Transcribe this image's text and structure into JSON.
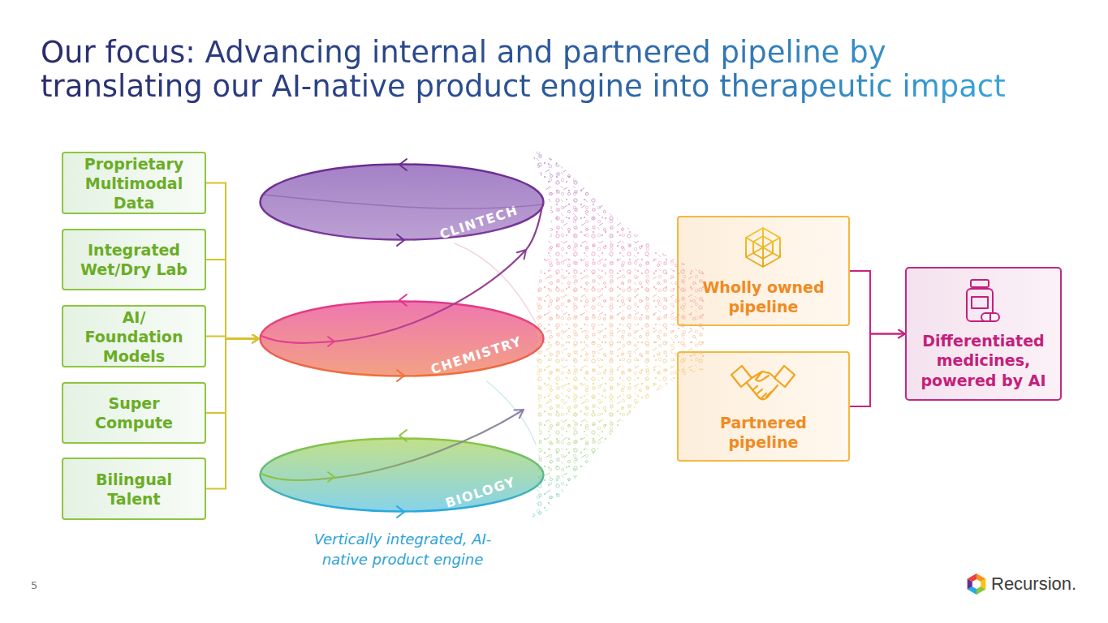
{
  "diagram": {
    "title": "Our focus: Advancing internal and partnered pipeline by translating our AI-native product engine into therapeutic impact",
    "nodes": [
      {
        "text": [
          "Proprietary Multimodal Data"
        ]
      },
      {
        "text": [
          "Integrated Wet/Dry Lab"
        ]
      },
      {
        "text": [
          "AI/ Foundation Models"
        ]
      },
      {
        "text": [
          "Super Compute"
        ]
      },
      {
        "text": [
          "Bilingual Talent"
        ]
      },
      {
        "text": [
          "CLINTECH"
        ]
      },
      {
        "text": [
          "CHEMISTRY"
        ]
      },
      {
        "text": [
          "BIOLOGY"
        ]
      },
      {
        "text": [
          "Wholly owned pipeline"
        ]
      },
      {
        "text": [
          "Partnered pipeline"
        ]
      },
      {
        "text": [
          "Differentiated medicines, powered by AI"
        ]
      }
    ],
    "edges": [
      {
        "from": 0,
        "to": 6,
        "arrow": "to"
      },
      {
        "from": 1,
        "to": 6,
        "arrow": "to"
      },
      {
        "from": 2,
        "to": 6,
        "arrow": "to"
      },
      {
        "from": 3,
        "to": 6,
        "arrow": "to"
      },
      {
        "from": 4,
        "to": 6,
        "arrow": "to"
      },
      {
        "from": 8,
        "to": 10,
        "arrow": "to"
      },
      {
        "from": 9,
        "to": 10,
        "arrow": "to"
      }
    ],
    "labels": [
      "Vertically integrated, AI-native product engine",
      "5",
      "Recursion."
    ]
  }
}
